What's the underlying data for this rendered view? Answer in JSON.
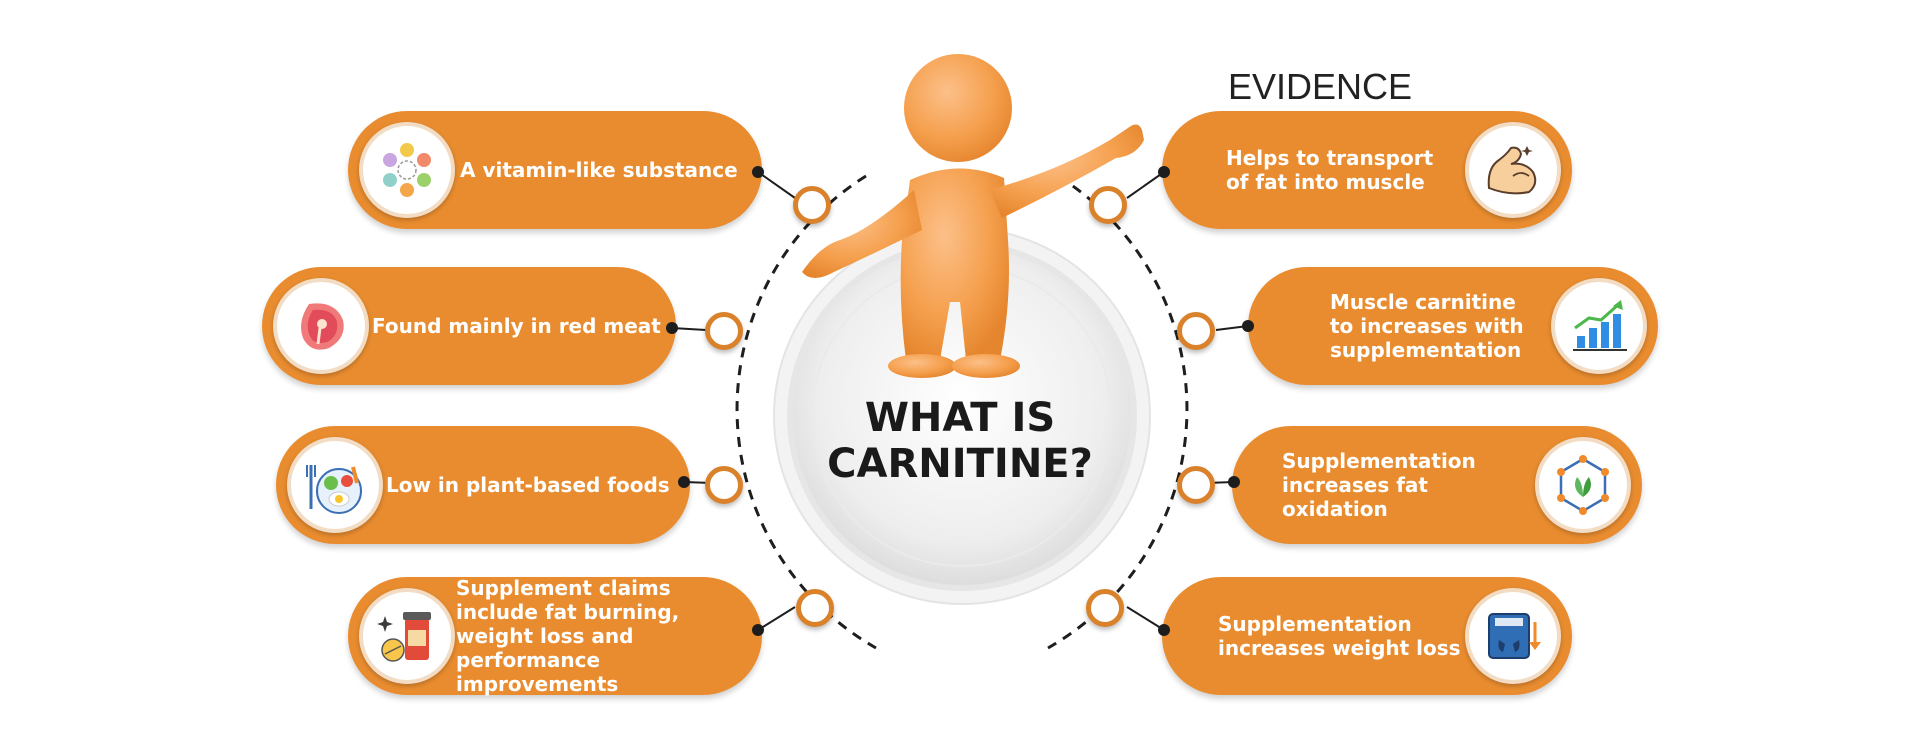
{
  "title_line1": "WHAT IS",
  "title_line2": "CARNITINE?",
  "evidence_label": "EVIDENCE",
  "colors": {
    "pill": "#e98c2f",
    "node_ring": "#d9822b",
    "figure": "#f5a04e"
  },
  "left_items": [
    {
      "text": "A vitamin-like substance",
      "icon": "vitamins-icon"
    },
    {
      "text": "Found mainly in red meat",
      "icon": "steak-icon"
    },
    {
      "text": "Low in plant-based foods",
      "icon": "plate-food-icon"
    },
    {
      "text": "Supplement claims include fat burning, weight loss and performance improvements",
      "icon": "supplement-bottle-icon"
    }
  ],
  "right_items": [
    {
      "text": "Helps to transport of fat into muscle",
      "icon": "flexed-muscle-icon"
    },
    {
      "text": "Muscle carnitine to increases with supplementation",
      "icon": "growth-chart-icon"
    },
    {
      "text": "Supplementation increases fat oxidation",
      "icon": "molecule-leaf-icon"
    },
    {
      "text": "Supplementation increases weight loss",
      "icon": "weight-scale-icon"
    }
  ]
}
